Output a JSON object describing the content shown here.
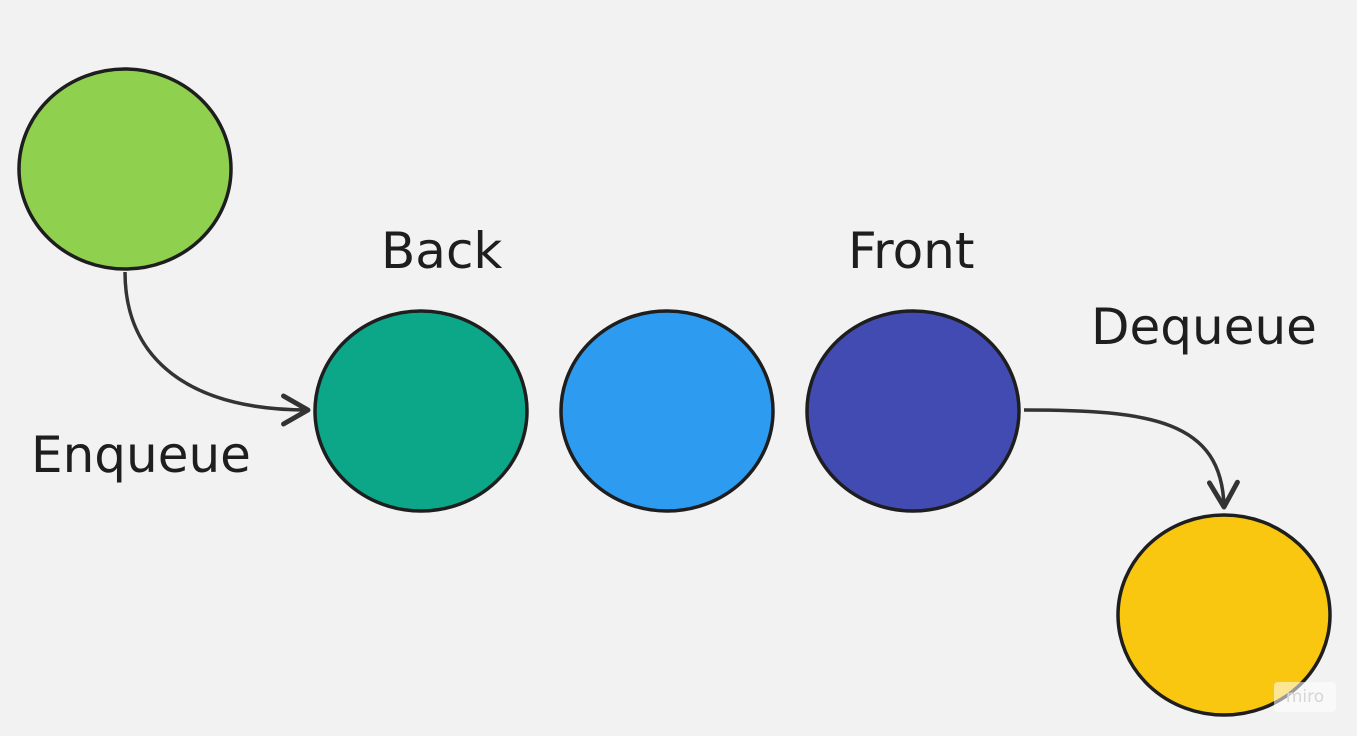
{
  "labels": {
    "enqueue": "Enqueue",
    "back": "Back",
    "front": "Front",
    "dequeue": "Dequeue"
  },
  "watermark": "miro",
  "colors": {
    "background": "#f2f2f2",
    "outline": "#1e1e1e",
    "arrow": "#333333",
    "incoming_node": "#8fd14f",
    "back_node": "#0ca789",
    "middle_node": "#2d9bf0",
    "front_node": "#414bb2",
    "dequeued_node": "#fac710"
  }
}
